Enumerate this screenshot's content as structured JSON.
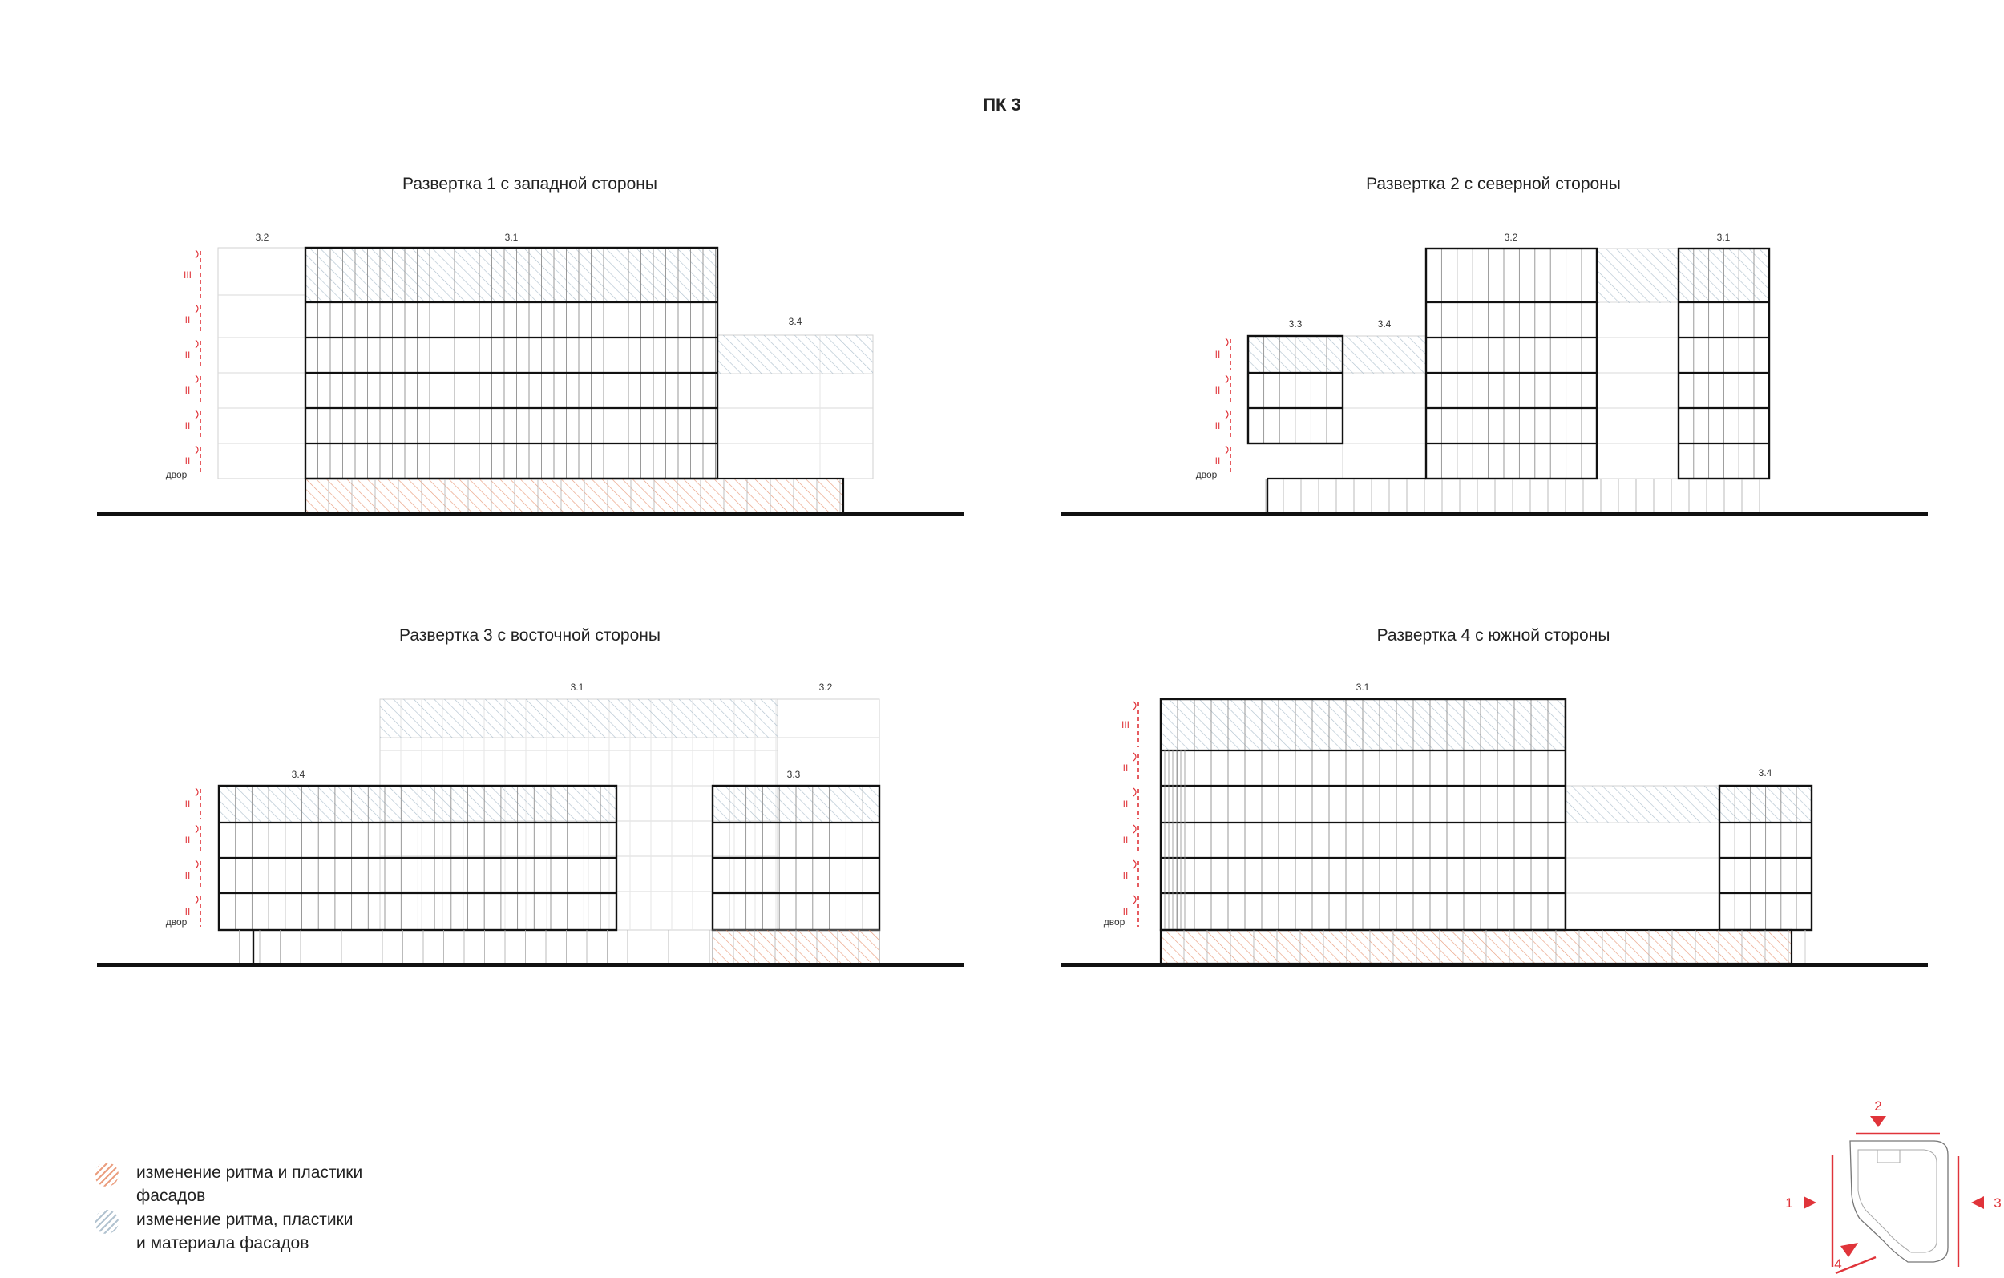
{
  "title": "ПК 3",
  "hatch_colors": {
    "orange": "#e2764a",
    "blue": "#9fb4c4",
    "marker": "#e0343a"
  },
  "elevations": [
    {
      "id": "e1",
      "title": "Развертка 1 с западной стороны",
      "labels": [
        "3.2",
        "3.1",
        "3.4"
      ],
      "floor_marks": [
        "III",
        "II",
        "II",
        "II",
        "II",
        "II"
      ],
      "yard_label": "двор"
    },
    {
      "id": "e2",
      "title": "Развертка 2 с северной стороны",
      "labels": [
        "3.3",
        "3.4",
        "3.2",
        "3.1"
      ],
      "floor_marks": [
        "II",
        "II",
        "II",
        "II"
      ],
      "yard_label": "двор"
    },
    {
      "id": "e3",
      "title": "Развертка 3 с восточной стороны",
      "labels": [
        "3.1",
        "3.2",
        "3.4",
        "3.3"
      ],
      "floor_marks": [
        "II",
        "II",
        "II",
        "II"
      ],
      "yard_label": "двор"
    },
    {
      "id": "e4",
      "title": "Развертка 4 с южной стороны",
      "labels": [
        "3.1",
        "3.4"
      ],
      "floor_marks": [
        "III",
        "II",
        "II",
        "II",
        "II",
        "II"
      ],
      "yard_label": "двор"
    }
  ],
  "legend": [
    {
      "line1": "изменение ритма и пластики",
      "line2": "фасадов",
      "color": "#e2764a"
    },
    {
      "line1": "изменение ритма, пластики",
      "line2": "и материала фасадов",
      "color": "#9fb4c4"
    }
  ],
  "key_plan": {
    "markers": [
      "1",
      "2",
      "3",
      "4"
    ]
  }
}
